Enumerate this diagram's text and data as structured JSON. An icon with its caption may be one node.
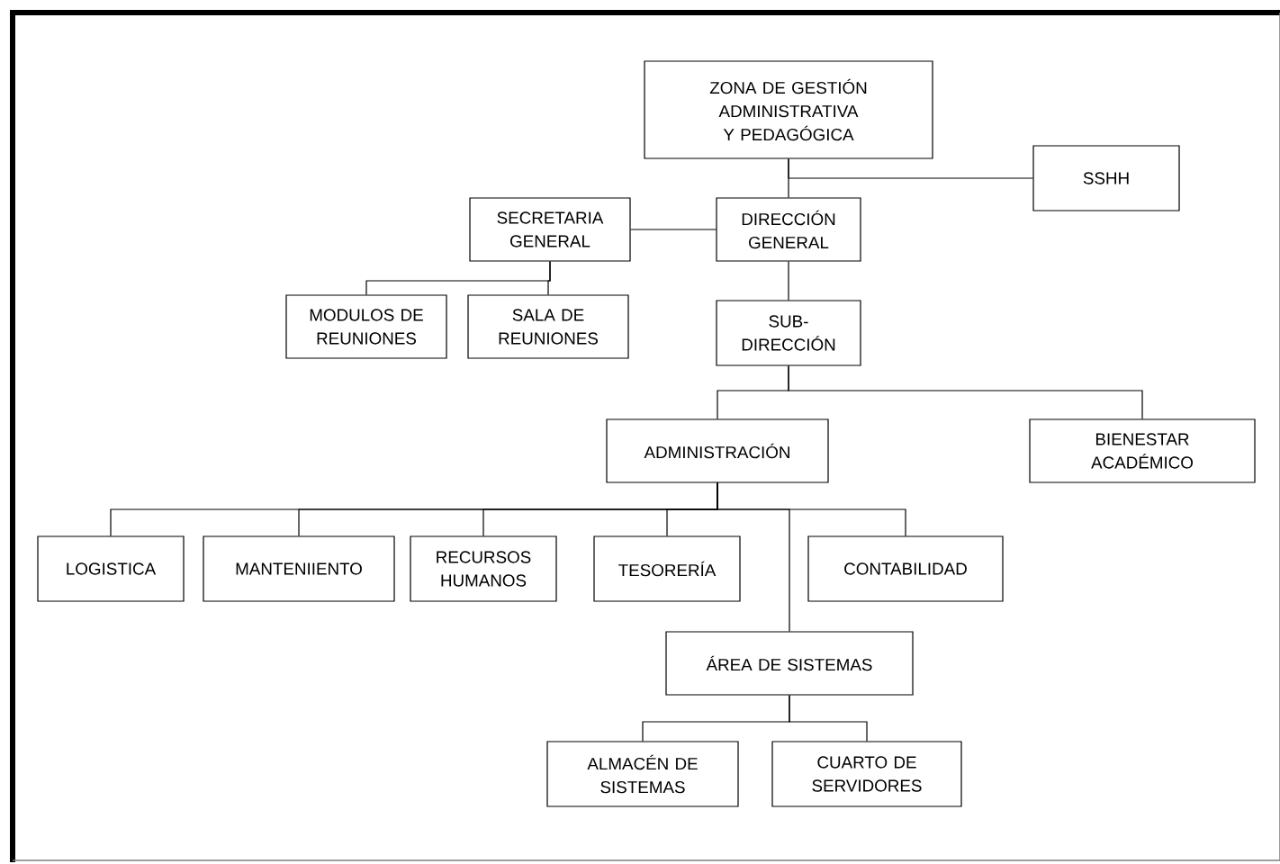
{
  "diagram": {
    "nodes": [
      {
        "text": [
          "ZONA DE GESTIÓN ADMINISTRATIVA Y PEDAGÓGICA"
        ]
      },
      {
        "text": [
          "SSHH"
        ]
      },
      {
        "text": [
          "SECRETARIA GENERAL"
        ]
      },
      {
        "text": [
          "DIRECCIÓN GENERAL"
        ]
      },
      {
        "text": [
          "MODULOS DE REUNIONES"
        ]
      },
      {
        "text": [
          "SALA DE REUNIONES"
        ]
      },
      {
        "text": [
          "SUB- DIRECCIÓN"
        ]
      },
      {
        "text": [
          "ADMINISTRACIÓN"
        ]
      },
      {
        "text": [
          "BIENESTAR ACADÉMICO"
        ]
      },
      {
        "text": [
          "LOGISTICA"
        ]
      },
      {
        "text": [
          "MANTENIIENTO"
        ]
      },
      {
        "text": [
          "RECURSOS HUMANOS"
        ]
      },
      {
        "text": [
          "TESORERÍA"
        ]
      },
      {
        "text": [
          "CONTABILIDAD"
        ]
      },
      {
        "text": [
          "ÁREA DE SISTEMAS"
        ]
      },
      {
        "text": [
          "ALMACÉN DE SISTEMAS"
        ]
      },
      {
        "text": [
          "CUARTO DE SERVIDORES"
        ]
      }
    ],
    "edges": [
      {
        "from": 0,
        "to": 1,
        "arrow": "none"
      },
      {
        "from": 0,
        "to": 3,
        "arrow": "none"
      },
      {
        "from": 3,
        "to": 2,
        "arrow": "none"
      },
      {
        "from": 2,
        "to": 4,
        "arrow": "none"
      },
      {
        "from": 2,
        "to": 5,
        "arrow": "none"
      },
      {
        "from": 3,
        "to": 6,
        "arrow": "none"
      },
      {
        "from": 6,
        "to": 7,
        "arrow": "none"
      },
      {
        "from": 6,
        "to": 8,
        "arrow": "none"
      },
      {
        "from": 7,
        "to": 9,
        "arrow": "none"
      },
      {
        "from": 7,
        "to": 10,
        "arrow": "none"
      },
      {
        "from": 7,
        "to": 11,
        "arrow": "none"
      },
      {
        "from": 7,
        "to": 12,
        "arrow": "none"
      },
      {
        "from": 7,
        "to": 13,
        "arrow": "none"
      },
      {
        "from": 7,
        "to": 14,
        "arrow": "none"
      },
      {
        "from": 14,
        "to": 15,
        "arrow": "none"
      },
      {
        "from": 14,
        "to": 16,
        "arrow": "none"
      }
    ]
  }
}
